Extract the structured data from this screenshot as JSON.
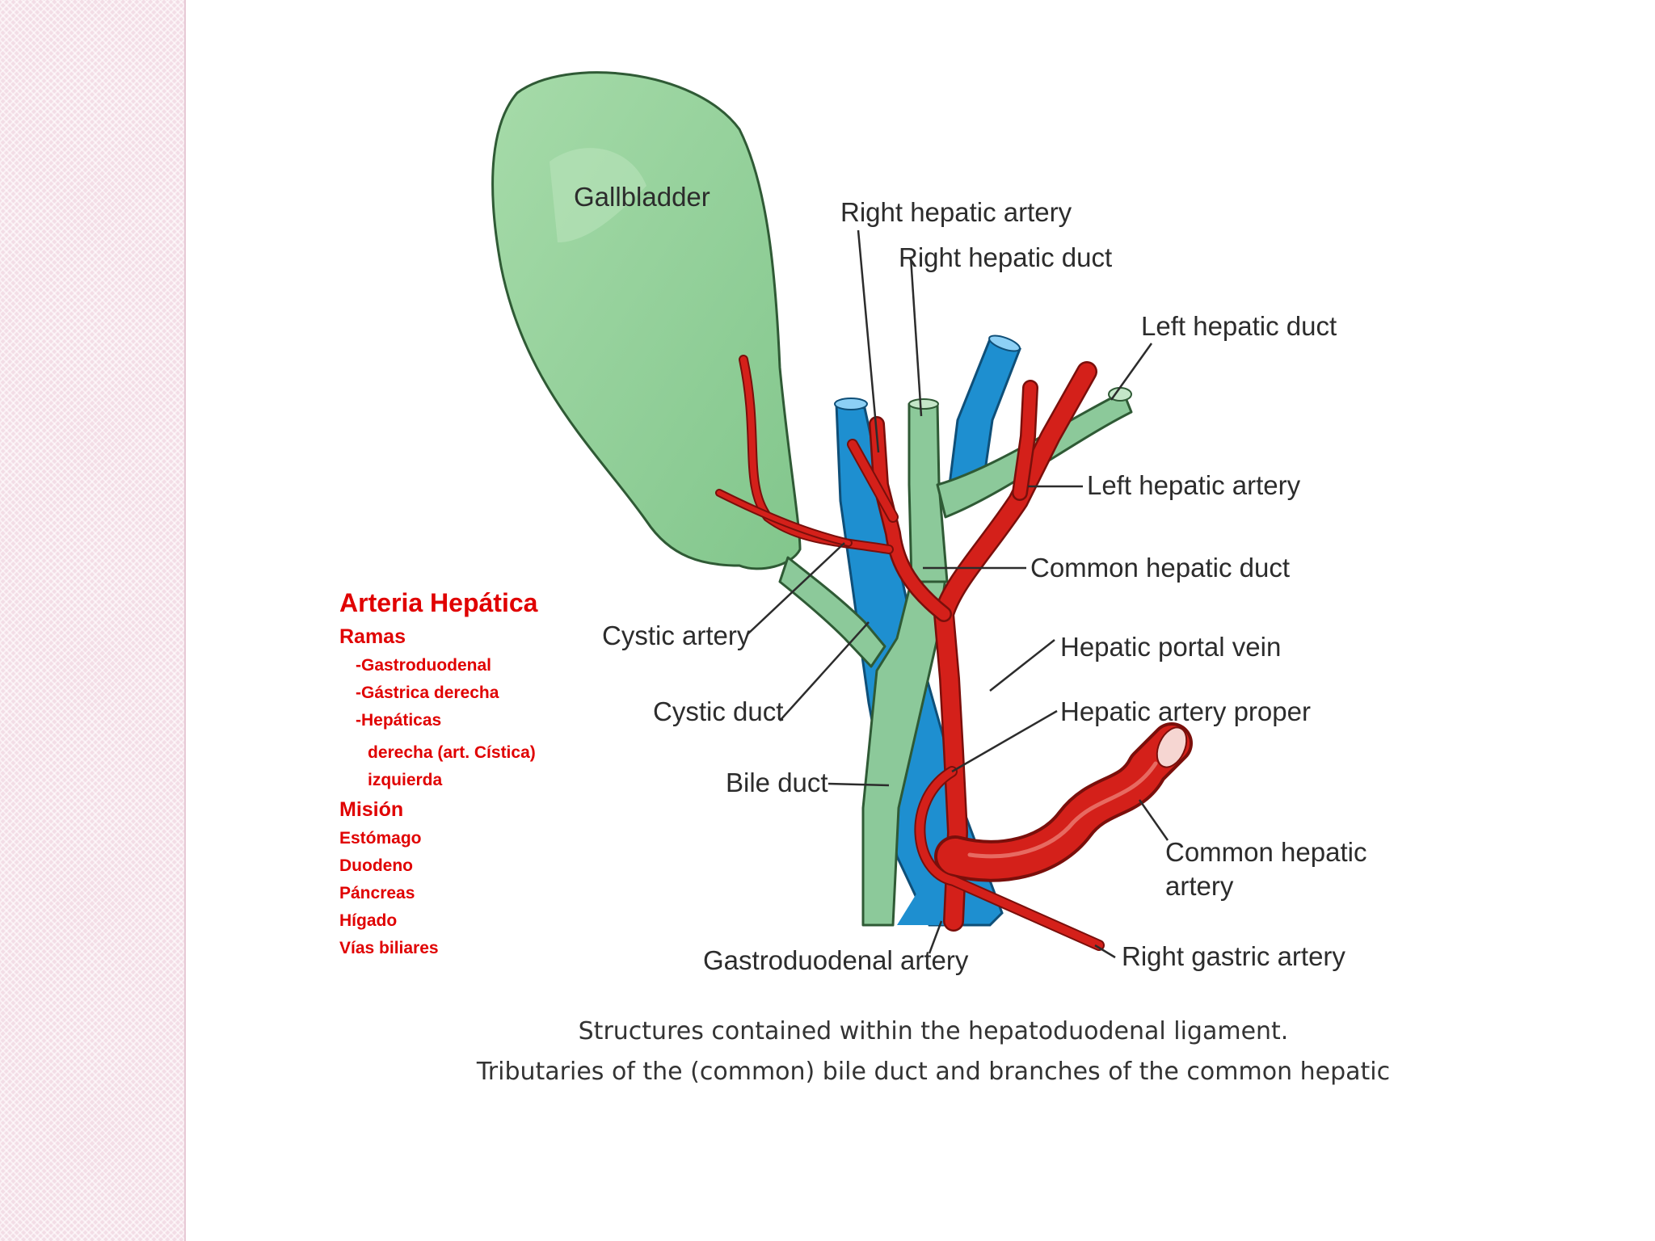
{
  "labels": {
    "gallbladder": "Gallbladder",
    "right_hepatic_artery": "Right hepatic artery",
    "right_hepatic_duct": "Right hepatic duct",
    "left_hepatic_duct": "Left hepatic duct",
    "left_hepatic_artery": "Left hepatic artery",
    "common_hepatic_duct": "Common hepatic duct",
    "cystic_artery": "Cystic artery",
    "hepatic_portal_vein": "Hepatic portal vein",
    "cystic_duct": "Cystic duct",
    "hepatic_artery_proper": "Hepatic artery proper",
    "bile_duct": "Bile duct",
    "common_hepatic_artery_line1": "Common hepatic",
    "common_hepatic_artery_line2": "artery",
    "gastroduodenal_artery": "Gastroduodenal artery",
    "right_gastric_artery": "Right gastric artery"
  },
  "notes": {
    "title": "Arteria Hepática",
    "ramas_heading": "Ramas",
    "ramas": [
      "-Gastroduodenal",
      "-Gástrica derecha",
      "-Hepáticas"
    ],
    "hepaticas_sub": [
      "derecha (art. Cística)",
      "izquierda"
    ],
    "mision_heading": "Misión",
    "mision": [
      "Estómago",
      "Duodeno",
      "Páncreas",
      "Hígado",
      "Vías biliares"
    ]
  },
  "caption": {
    "line1": "Structures contained within the hepatoduodenal ligament.",
    "line2": "Tributaries of the (common) bile duct and branches of the common hepatic"
  },
  "colors": {
    "gallbladder_fill": "#8fcf95",
    "duct_green": "#8cc99a",
    "portal_vein_blue": "#1e8fd0",
    "artery_red": "#d4201a",
    "notes_red": "#e00000",
    "sidebar_pink": "#f3dde6"
  }
}
